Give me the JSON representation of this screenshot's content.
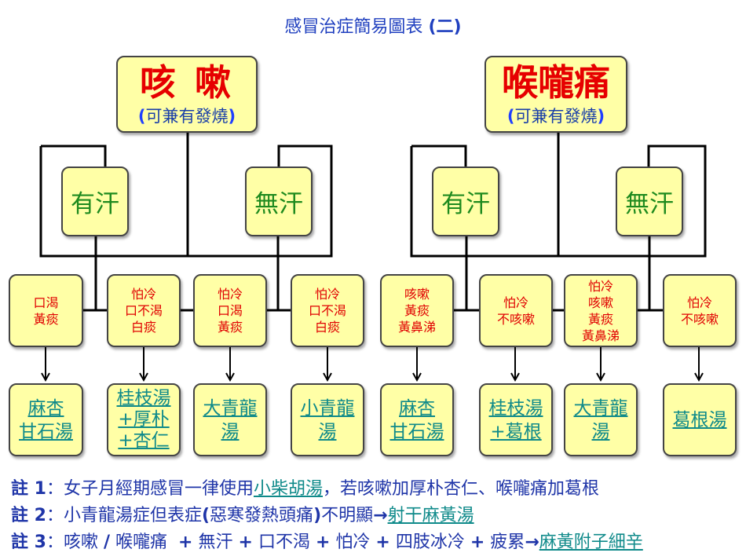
{
  "title": {
    "text": "感冒治症簡易圖表",
    "paren": "(二)"
  },
  "panels": [
    {
      "main": {
        "title": "咳 嗽",
        "sub_open": "(",
        "sub_text": "可兼有發燒",
        "sub_close": ")"
      },
      "branches": [
        "有汗",
        "無汗"
      ],
      "symptoms": [
        [
          "口渴",
          "黃痰"
        ],
        [
          "怕冷",
          "口不渴",
          "白痰"
        ],
        [
          "怕冷",
          "口渴",
          "黃痰"
        ],
        [
          "怕冷",
          "口不渴",
          "白痰"
        ]
      ],
      "formulas": [
        [
          "麻杏",
          "甘石湯"
        ],
        [
          "桂枝湯",
          "+厚朴",
          "+杏仁"
        ],
        [
          "大青龍",
          "湯"
        ],
        [
          "小青龍",
          "湯"
        ]
      ]
    },
    {
      "main": {
        "title": "喉嚨痛",
        "sub_open": "(",
        "sub_text": "可兼有發燒",
        "sub_close": ")"
      },
      "branches": [
        "有汗",
        "無汗"
      ],
      "symptoms": [
        [
          "咳嗽",
          "黃痰",
          "黃鼻涕"
        ],
        [
          "怕冷",
          "不咳嗽"
        ],
        [
          "怕冷",
          "咳嗽",
          "黃痰",
          "黃鼻涕"
        ],
        [
          "怕冷",
          "不咳嗽"
        ]
      ],
      "formulas": [
        [
          "麻杏",
          "甘石湯"
        ],
        [
          "桂枝湯",
          "+葛根"
        ],
        [
          "大青龍",
          "湯"
        ],
        [
          "葛根湯"
        ]
      ]
    }
  ],
  "notes": [
    {
      "label": "註 1",
      "text": "：女子月經期感冒一律使用",
      "link": "小柴胡湯",
      "tail": "，若咳嗽加厚朴杏仁、喉嚨痛加葛根"
    },
    {
      "label": "註 2",
      "text": "：小青龍湯症但表症",
      "paren_open": "(",
      "paren_text": "惡寒發熱頭痛",
      "paren_close": ")",
      "mid": "不明顯",
      "arrow": "→",
      "link": "射干麻黃湯"
    },
    {
      "label": "註 3",
      "text_a": "：咳嗽",
      "slash": "/",
      "text_b": "喉嚨痛",
      "plus": "+",
      "c1": "無汗",
      "c2": "口不渴",
      "c3": "怕冷",
      "c4": "四肢冰冷",
      "c5": "疲累",
      "arrow": "→",
      "link": "麻黃附子細辛"
    }
  ],
  "colors": {
    "box_fill": "#ffffa6",
    "title_red": "#e60000",
    "branch_green": "#1e8a1e",
    "herb_teal": "#0f8a8a",
    "note_blue": "#1f35a8"
  }
}
